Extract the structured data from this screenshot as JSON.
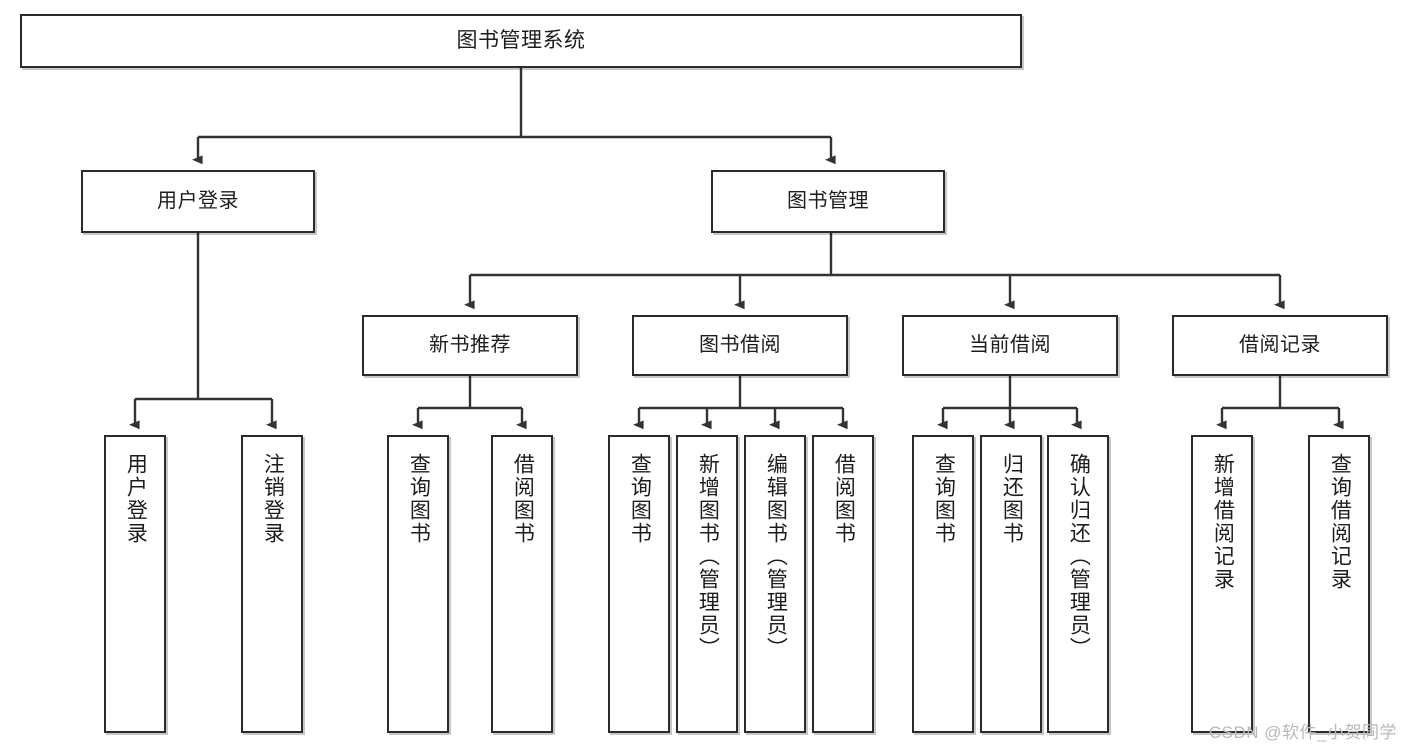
{
  "diagram": {
    "type": "tree-hierarchy",
    "title": "图书管理系统",
    "watermark": "CSDN @软件_小贺同学",
    "colors": {
      "box_border": "#2b2b2b",
      "box_fill": "#ffffff",
      "connector": "#333333",
      "text": "#1d1d1d",
      "watermark": "#b9b9b9",
      "background": "#ffffff"
    },
    "root": {
      "id": "root",
      "label": "图书管理系统"
    },
    "level2": [
      {
        "id": "user-login",
        "label": "用户登录"
      },
      {
        "id": "book-manage",
        "label": "图书管理"
      }
    ],
    "level3": [
      {
        "id": "new-book-recommend",
        "label": "新书推荐",
        "parent": "book-manage"
      },
      {
        "id": "book-borrow",
        "label": "图书借阅",
        "parent": "book-manage"
      },
      {
        "id": "current-borrow",
        "label": "当前借阅",
        "parent": "book-manage"
      },
      {
        "id": "borrow-record",
        "label": "借阅记录",
        "parent": "book-manage"
      }
    ],
    "leaves": [
      {
        "id": "leaf-user-login",
        "label": "用户登录",
        "parent": "user-login"
      },
      {
        "id": "leaf-user-logout",
        "label": "注销登录",
        "parent": "user-login"
      },
      {
        "id": "leaf-query-book-1",
        "label": "查询图书",
        "parent": "new-book-recommend"
      },
      {
        "id": "leaf-borrow-book-1",
        "label": "借阅图书",
        "parent": "new-book-recommend"
      },
      {
        "id": "leaf-query-book-2",
        "label": "查询图书",
        "parent": "book-borrow"
      },
      {
        "id": "leaf-add-book",
        "label": "新增图书（管理员）",
        "parent": "book-borrow"
      },
      {
        "id": "leaf-edit-book",
        "label": "编辑图书（管理员）",
        "parent": "book-borrow"
      },
      {
        "id": "leaf-borrow-book-2",
        "label": "借阅图书",
        "parent": "book-borrow"
      },
      {
        "id": "leaf-query-book-3",
        "label": "查询图书",
        "parent": "current-borrow"
      },
      {
        "id": "leaf-return-book",
        "label": "归还图书",
        "parent": "current-borrow"
      },
      {
        "id": "leaf-confirm-return",
        "label": "确认归还（管理员）",
        "parent": "current-borrow"
      },
      {
        "id": "leaf-add-record",
        "label": "新增借阅记录",
        "parent": "borrow-record"
      },
      {
        "id": "leaf-query-record",
        "label": "查询借阅记录",
        "parent": "borrow-record"
      }
    ]
  }
}
